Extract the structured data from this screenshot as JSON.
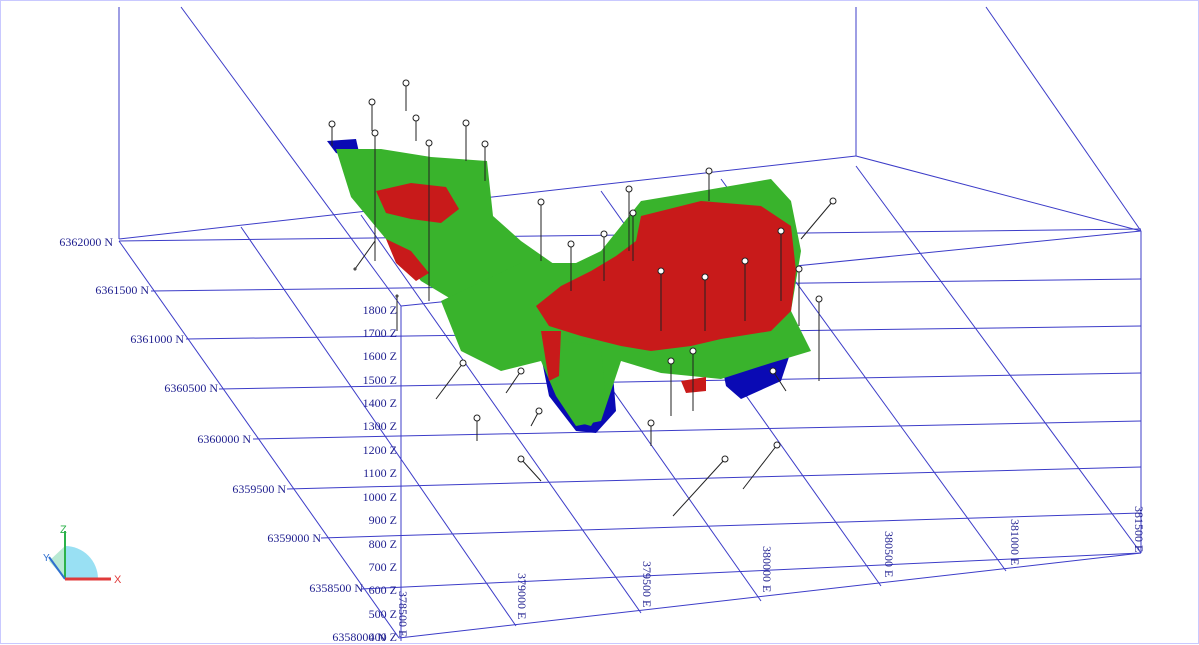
{
  "colors": {
    "grid": "#3c3cc8",
    "label": "#1f1f8f",
    "green": "#39b32c",
    "red": "#c81a1a",
    "blue": "#0a0ab4",
    "hole": "#000000"
  },
  "northing_labels": [
    "6362000 N",
    "6361500 N",
    "6361000 N",
    "6360500 N",
    "6360000 N",
    "6359500 N",
    "6359000 N",
    "6358500 N",
    "6358000 N"
  ],
  "elevation_labels": [
    "1800 Z",
    "1700 Z",
    "1600 Z",
    "1500 Z",
    "1400 Z",
    "1300 Z",
    "1200 Z",
    "1100 Z",
    "1000 Z",
    "900 Z",
    "800 Z",
    "700 Z",
    "600 Z",
    "500 Z",
    "400 Z"
  ],
  "easting_labels": [
    "378500 E",
    "379000 E",
    "379500 E",
    "380000 E",
    "380500 E",
    "381000 E",
    "381500 E"
  ],
  "axis_triad": {
    "z_label": "Z",
    "y_label": "Y",
    "x_label": "X"
  }
}
